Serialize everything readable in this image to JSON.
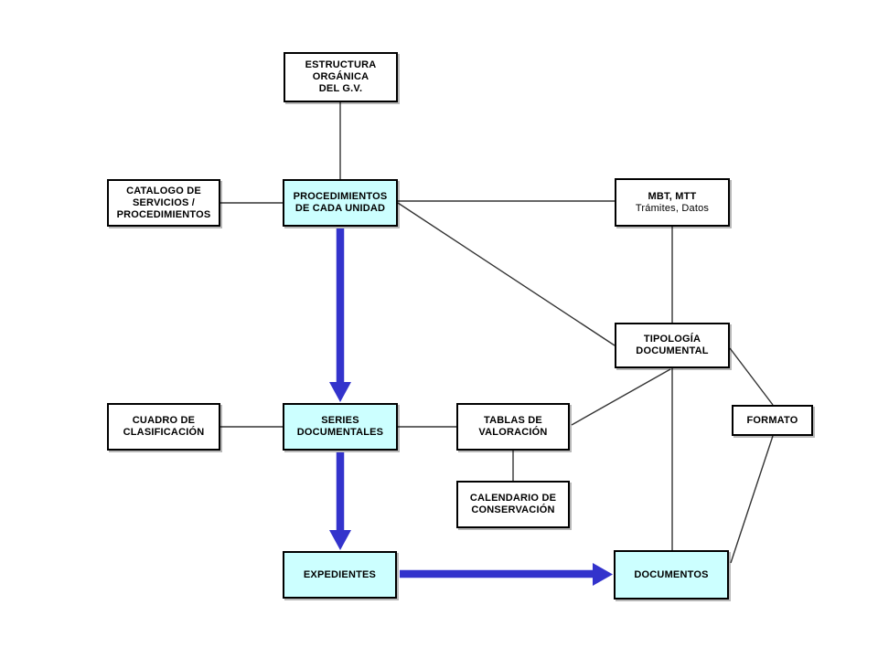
{
  "colors": {
    "background": "#ffffff",
    "box_fill_white": "#ffffff",
    "box_fill_cyan": "#ccffff",
    "box_border": "#000000",
    "connector": "#333333",
    "arrow_blue": "#3333cc"
  },
  "boxes": {
    "estructura": {
      "label": "ESTRUCTURA\nORGÁNICA\nDEL G.V."
    },
    "catalogo": {
      "label": "CATALOGO DE\nSERVICIOS /\nPROCEDIMIENTOS"
    },
    "procedimientos": {
      "label": "PROCEDIMIENTOS\nDE CADA UNIDAD"
    },
    "mbt": {
      "title": "MBT, MTT",
      "subtitle": "Trámites, Datos"
    },
    "tipologia": {
      "label": "TIPOLOGÍA\nDOCUMENTAL"
    },
    "cuadro": {
      "label": "CUADRO DE\nCLASIFICACIÓN"
    },
    "series": {
      "label": "SERIES\nDOCUMENTALES"
    },
    "tablas": {
      "label": "TABLAS DE\nVALORACIÓN"
    },
    "calendario": {
      "label": "CALENDARIO DE\nCONSERVACIÓN"
    },
    "formato": {
      "label": "FORMATO"
    },
    "expedientes": {
      "label": "EXPEDIENTES"
    },
    "documentos": {
      "label": "DOCUMENTOS"
    }
  }
}
